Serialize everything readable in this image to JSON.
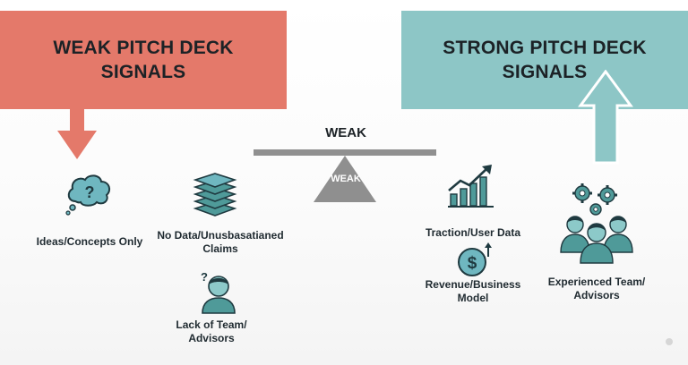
{
  "weak_panel": {
    "title_line1": "WEAK PITCH DECK",
    "title_line2": "SIGNALS",
    "color": "#e4796a"
  },
  "strong_panel": {
    "title_line1": "STRONG PITCH DECK",
    "title_line2": "SIGNALS",
    "color": "#8dc6c6"
  },
  "scale": {
    "beam_label": "WEAK",
    "fulcrum_label": "WEAK"
  },
  "weak_signals": [
    {
      "icon": "thought-bubble-question-icon",
      "label": "Ideas/Concepts Only"
    },
    {
      "icon": "stacked-layers-icon",
      "label_line1": "No Data/Unusbasatianed",
      "label_line2": "Claims"
    },
    {
      "icon": "confused-person-icon",
      "label_line1": "Lack of Team/",
      "label_line2": "Advisors"
    }
  ],
  "strong_signals": [
    {
      "icon": "growth-bar-chart-icon",
      "label": "Traction/User Data"
    },
    {
      "icon": "dollar-growth-icon",
      "label_line1": "Revenue/Business",
      "label_line2": "Model"
    },
    {
      "icon": "team-gears-icon",
      "label_line1": "Experienced Team/",
      "label_line2": "Advisors"
    }
  ],
  "colors": {
    "down_arrow": "#e4796a",
    "up_arrow": "#8dc6c6",
    "icon_teal": "#4f9a99",
    "icon_dark": "#1f3a40",
    "scale_gray": "#909090"
  }
}
